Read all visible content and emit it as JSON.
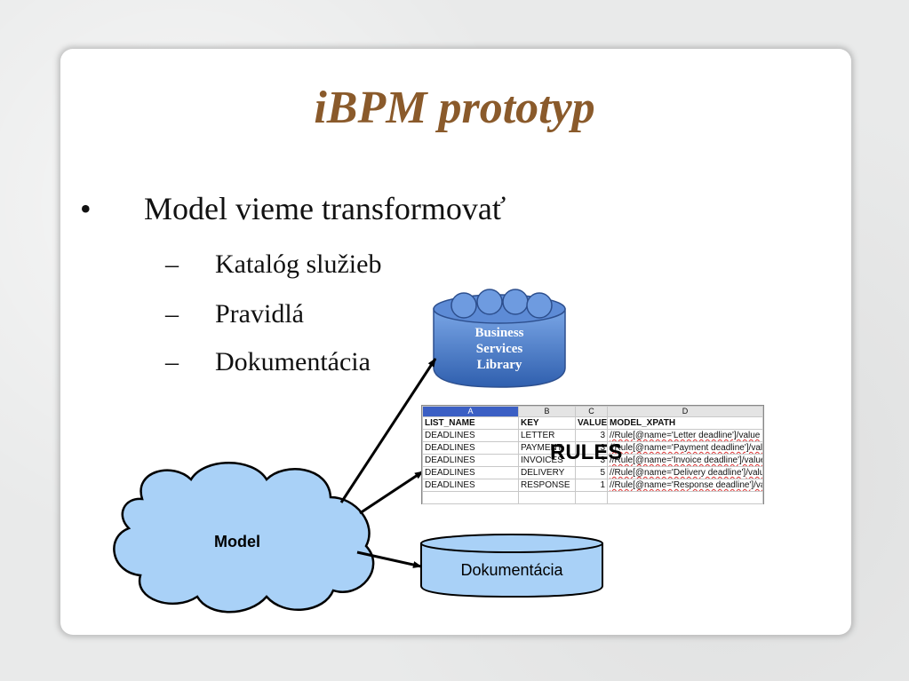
{
  "slide": {
    "title": "iBPM prototyp",
    "bullet": {
      "marker": "•",
      "text": "Model vieme transformovať"
    },
    "subitems": [
      {
        "dash": "–",
        "text": "Katalóg služieb"
      },
      {
        "dash": "–",
        "text": "Pravidlá"
      },
      {
        "dash": "–",
        "text": "Dokumentácia"
      }
    ]
  },
  "diagram": {
    "library_lines": [
      "Business",
      "Services",
      "Library"
    ],
    "model_label": "Model",
    "rules_label": "RULES",
    "doc_label": "Dokumentácia",
    "colors": {
      "cloud_fill": "#a9d1f7",
      "library_fill": "#4f7fc9",
      "doc_fill": "#a9d1f7",
      "title": "#8a5a2b"
    }
  },
  "sheet": {
    "col_letters": [
      "A",
      "B",
      "C",
      "D"
    ],
    "headers": [
      "LIST_NAME",
      "KEY",
      "VALUE",
      "MODEL_XPATH"
    ],
    "rows": [
      [
        "DEADLINES",
        "LETTER",
        "3",
        "//Rule[@name='Letter deadline']/value"
      ],
      [
        "DEADLINES",
        "PAYMENT",
        "3",
        "//Rule[@name='Payment deadline']/value"
      ],
      [
        "DEADLINES",
        "INVOICES",
        "3",
        "//Rule[@name='Invoice deadline']/value"
      ],
      [
        "DEADLINES",
        "DELIVERY",
        "5",
        "//Rule[@name='Delivery deadline']/value"
      ],
      [
        "DEADLINES",
        "RESPONSE",
        "1",
        "//Rule[@name='Response deadline']/value"
      ]
    ]
  }
}
